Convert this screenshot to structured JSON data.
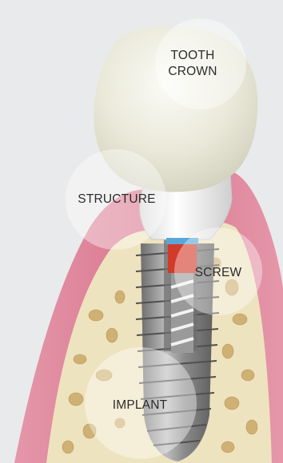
{
  "labels": {
    "tooth_crown": "TOOTH\nCROWN",
    "structure": "STRUCTURE",
    "screw": "SCREW",
    "implant": "IMPLANT"
  },
  "colors": {
    "background": "#e9eaeb",
    "gum": "#e1879d",
    "bone": "#eee3bf",
    "bone_pocket": "#cfb174",
    "crown": "#efeee3",
    "abutment": "#f4f4f4",
    "implant_metal": "#8d8d8d",
    "screw_red": "#d23a2a",
    "screw_blue": "#5aa6d6",
    "callout_circle": "#ffffff"
  }
}
